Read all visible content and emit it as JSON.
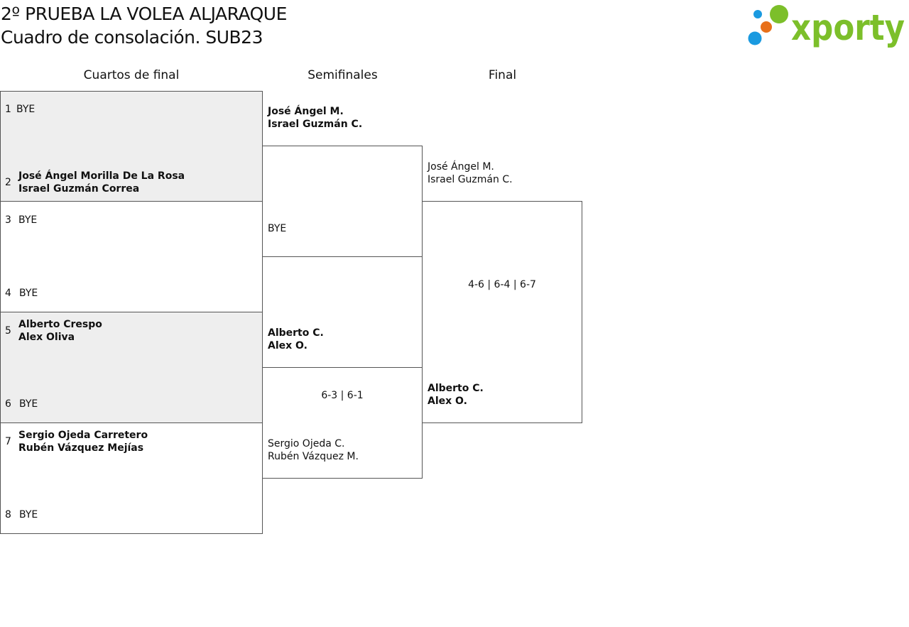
{
  "header": {
    "title_line1": "2º PRUEBA LA VOLEA ALJARAQUE",
    "title_line2": "Cuadro de consolación. SUB23",
    "logo_text": "xporty",
    "logo_colors": {
      "text": "#7cbf2a",
      "blue": "#1a9ae0",
      "orange": "#e8701a",
      "green": "#7cbf2a"
    }
  },
  "rounds": {
    "quarterfinals": "Cuartos de final",
    "semifinals": "Semifinales",
    "final": "Final"
  },
  "quarterfinals": [
    {
      "seed": "1",
      "line1": "BYE",
      "line2": ""
    },
    {
      "seed": "2",
      "line1": "José Ángel Morilla De La Rosa",
      "line2": "Israel Guzmán Correa"
    },
    {
      "seed": "3",
      "line1": "BYE",
      "line2": ""
    },
    {
      "seed": "4",
      "line1": "BYE",
      "line2": ""
    },
    {
      "seed": "5",
      "line1": "Alberto Crespo",
      "line2": "Alex Oliva"
    },
    {
      "seed": "6",
      "line1": "BYE",
      "line2": ""
    },
    {
      "seed": "7",
      "line1": "Sergio Ojeda Carretero",
      "line2": "Rubén Vázquez Mejías"
    },
    {
      "seed": "8",
      "line1": "BYE",
      "line2": ""
    }
  ],
  "semifinals": [
    {
      "line1": "José Ángel M.",
      "line2": "Israel Guzmán C."
    },
    {
      "line1": "BYE",
      "line2": ""
    },
    {
      "line1": "Alberto C.",
      "line2": "Alex O."
    },
    {
      "line1": "Sergio Ojeda C.",
      "line2": "Rubén Vázquez M."
    }
  ],
  "semifinal_scores": [
    "",
    "6-3 | 6-1"
  ],
  "final": [
    {
      "line1": "José Ángel M.",
      "line2": "Israel Guzmán C."
    },
    {
      "line1": "Alberto C.",
      "line2": "Alex O."
    }
  ],
  "final_score": "4-6 | 6-4 | 6-7"
}
